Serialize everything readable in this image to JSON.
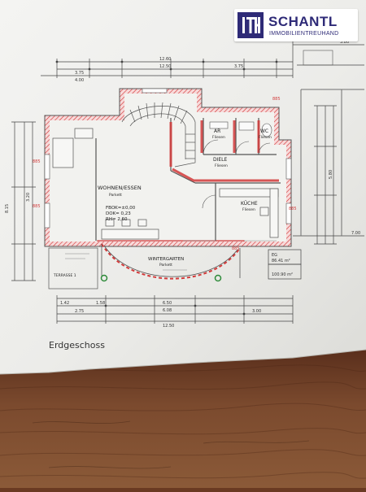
{
  "logo": {
    "mark": "ITH",
    "name": "SCHANTL",
    "tagline": "IMMOBILIENTREUHAND"
  },
  "plan": {
    "caption": "Erdgeschoss",
    "rooms": {
      "wohnen": {
        "name": "WOHNEN/ESSEN",
        "floor": "Parkett",
        "lines": [
          "FBOK=±0,00",
          "DOK=  0,23",
          "RH=  2,60"
        ]
      },
      "diele": {
        "name": "DIELE",
        "floor": "Fliesen"
      },
      "kueche": {
        "name": "KÜCHE",
        "floor": "Fliesen"
      },
      "wc": {
        "name": "WC",
        "floor": "Fliesen"
      },
      "ar": {
        "name": "AR",
        "floor": "Fliesen"
      },
      "wintergarten": {
        "name": "WINTERGARTEN",
        "floor": "Parkett"
      },
      "terrasse": {
        "name": "TERRASSE 1"
      }
    },
    "top_dims": [
      "12.60",
      "12.50",
      "3.75",
      "4.00",
      "3.75",
      "3.80"
    ],
    "bottom_dims": [
      "1.42",
      "1.58",
      "6.50",
      "2.75",
      "3.00",
      "12.50",
      "6.08"
    ],
    "side_dims": [
      "8.15",
      "3.20",
      "5.80",
      "7.00"
    ],
    "legend": [
      "EG",
      "86.41 m²",
      "100.90 m²"
    ]
  }
}
